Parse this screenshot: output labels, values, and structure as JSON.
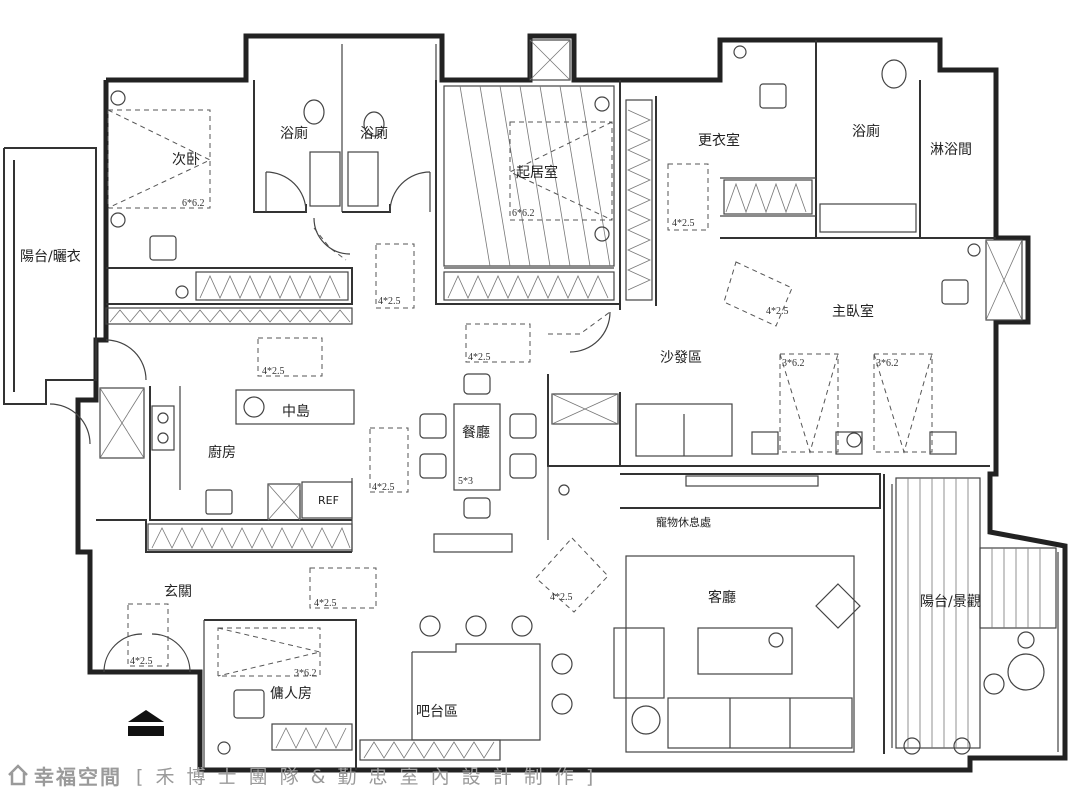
{
  "rooms": {
    "second_bedroom": "次卧",
    "bath_left": "浴廁",
    "bath_mid": "浴廁",
    "living_room_upper": "起居室",
    "walk_in_closet": "更衣室",
    "master_bath": "浴廁",
    "shower": "淋浴間",
    "balcony_laundry": "陽台/曬衣",
    "master_bedroom": "主臥室",
    "sofa_area": "沙發區",
    "island": "中島",
    "dining": "餐廳",
    "kitchen": "廚房",
    "ref": "REF",
    "pet_area": "寵物休息處",
    "living_room": "客廳",
    "foyer": "玄關",
    "maid_room": "傭人房",
    "bar_area": "吧台區",
    "balcony_view": "陽台/景觀"
  },
  "dims": {
    "d1": "6*6.2",
    "d2": "6*6.2",
    "d3": "4*2.5",
    "d4": "4*2.5",
    "d5": "4*2.5",
    "d6": "4*2.5",
    "d7": "4*2.5",
    "d8": "4*2.5",
    "d9": "3*6.2",
    "d10": "3*6.2",
    "d11": "5*3",
    "d12": "4*2.5",
    "d13": "4*2.5",
    "d14": "4*2.5",
    "d15": "3*6.2"
  },
  "watermark": {
    "brand": "幸福空間",
    "credit": "[ 禾 博 士 團 隊 & 勤 忠 室 內 設 計 制 作 ]"
  },
  "icons": {
    "entry": "entry-arrow-icon",
    "logo": "house-logo-icon"
  }
}
